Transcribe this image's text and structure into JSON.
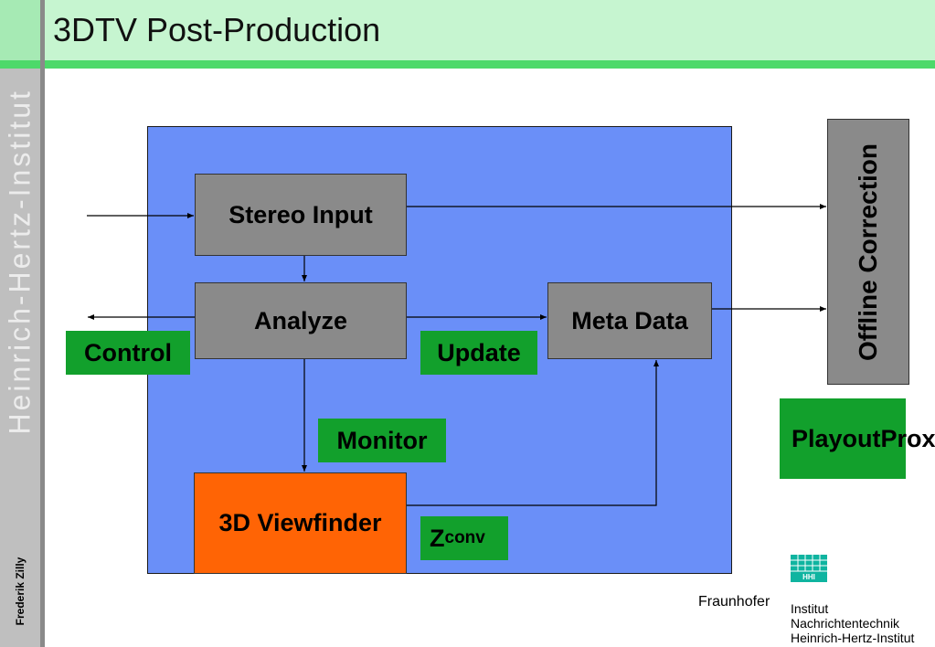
{
  "slide": {
    "title": "3DTV Post-Production",
    "sidebar_text": "Heinrich-Hertz-Institut",
    "author": "Frederik Zilly"
  },
  "diagram": {
    "nodes": {
      "stereo_input": "Stereo Input",
      "analyze": "Analyze",
      "meta_data": "Meta Data",
      "viewfinder": "3D Viewfinder",
      "offline_correction": "Offline Correction"
    },
    "tags": {
      "control": "Control",
      "update": "Update",
      "monitor": "Monitor",
      "zconv_main": "Z",
      "zconv_sub": "conv",
      "playout_line1": "Playout",
      "playout_line2": "Proxy"
    },
    "colors": {
      "panel": "#6a8ff8",
      "node": "#8a8a8a",
      "viewfinder": "#ff6405",
      "tag": "#12a02c"
    }
  },
  "logo": {
    "badge": "HHI",
    "fraunhofer": "Fraunhofer",
    "institute_line1": "Institut",
    "institute_line2": "Nachrichtentechnik",
    "institute_line3": "Heinrich-Hertz-Institut"
  }
}
